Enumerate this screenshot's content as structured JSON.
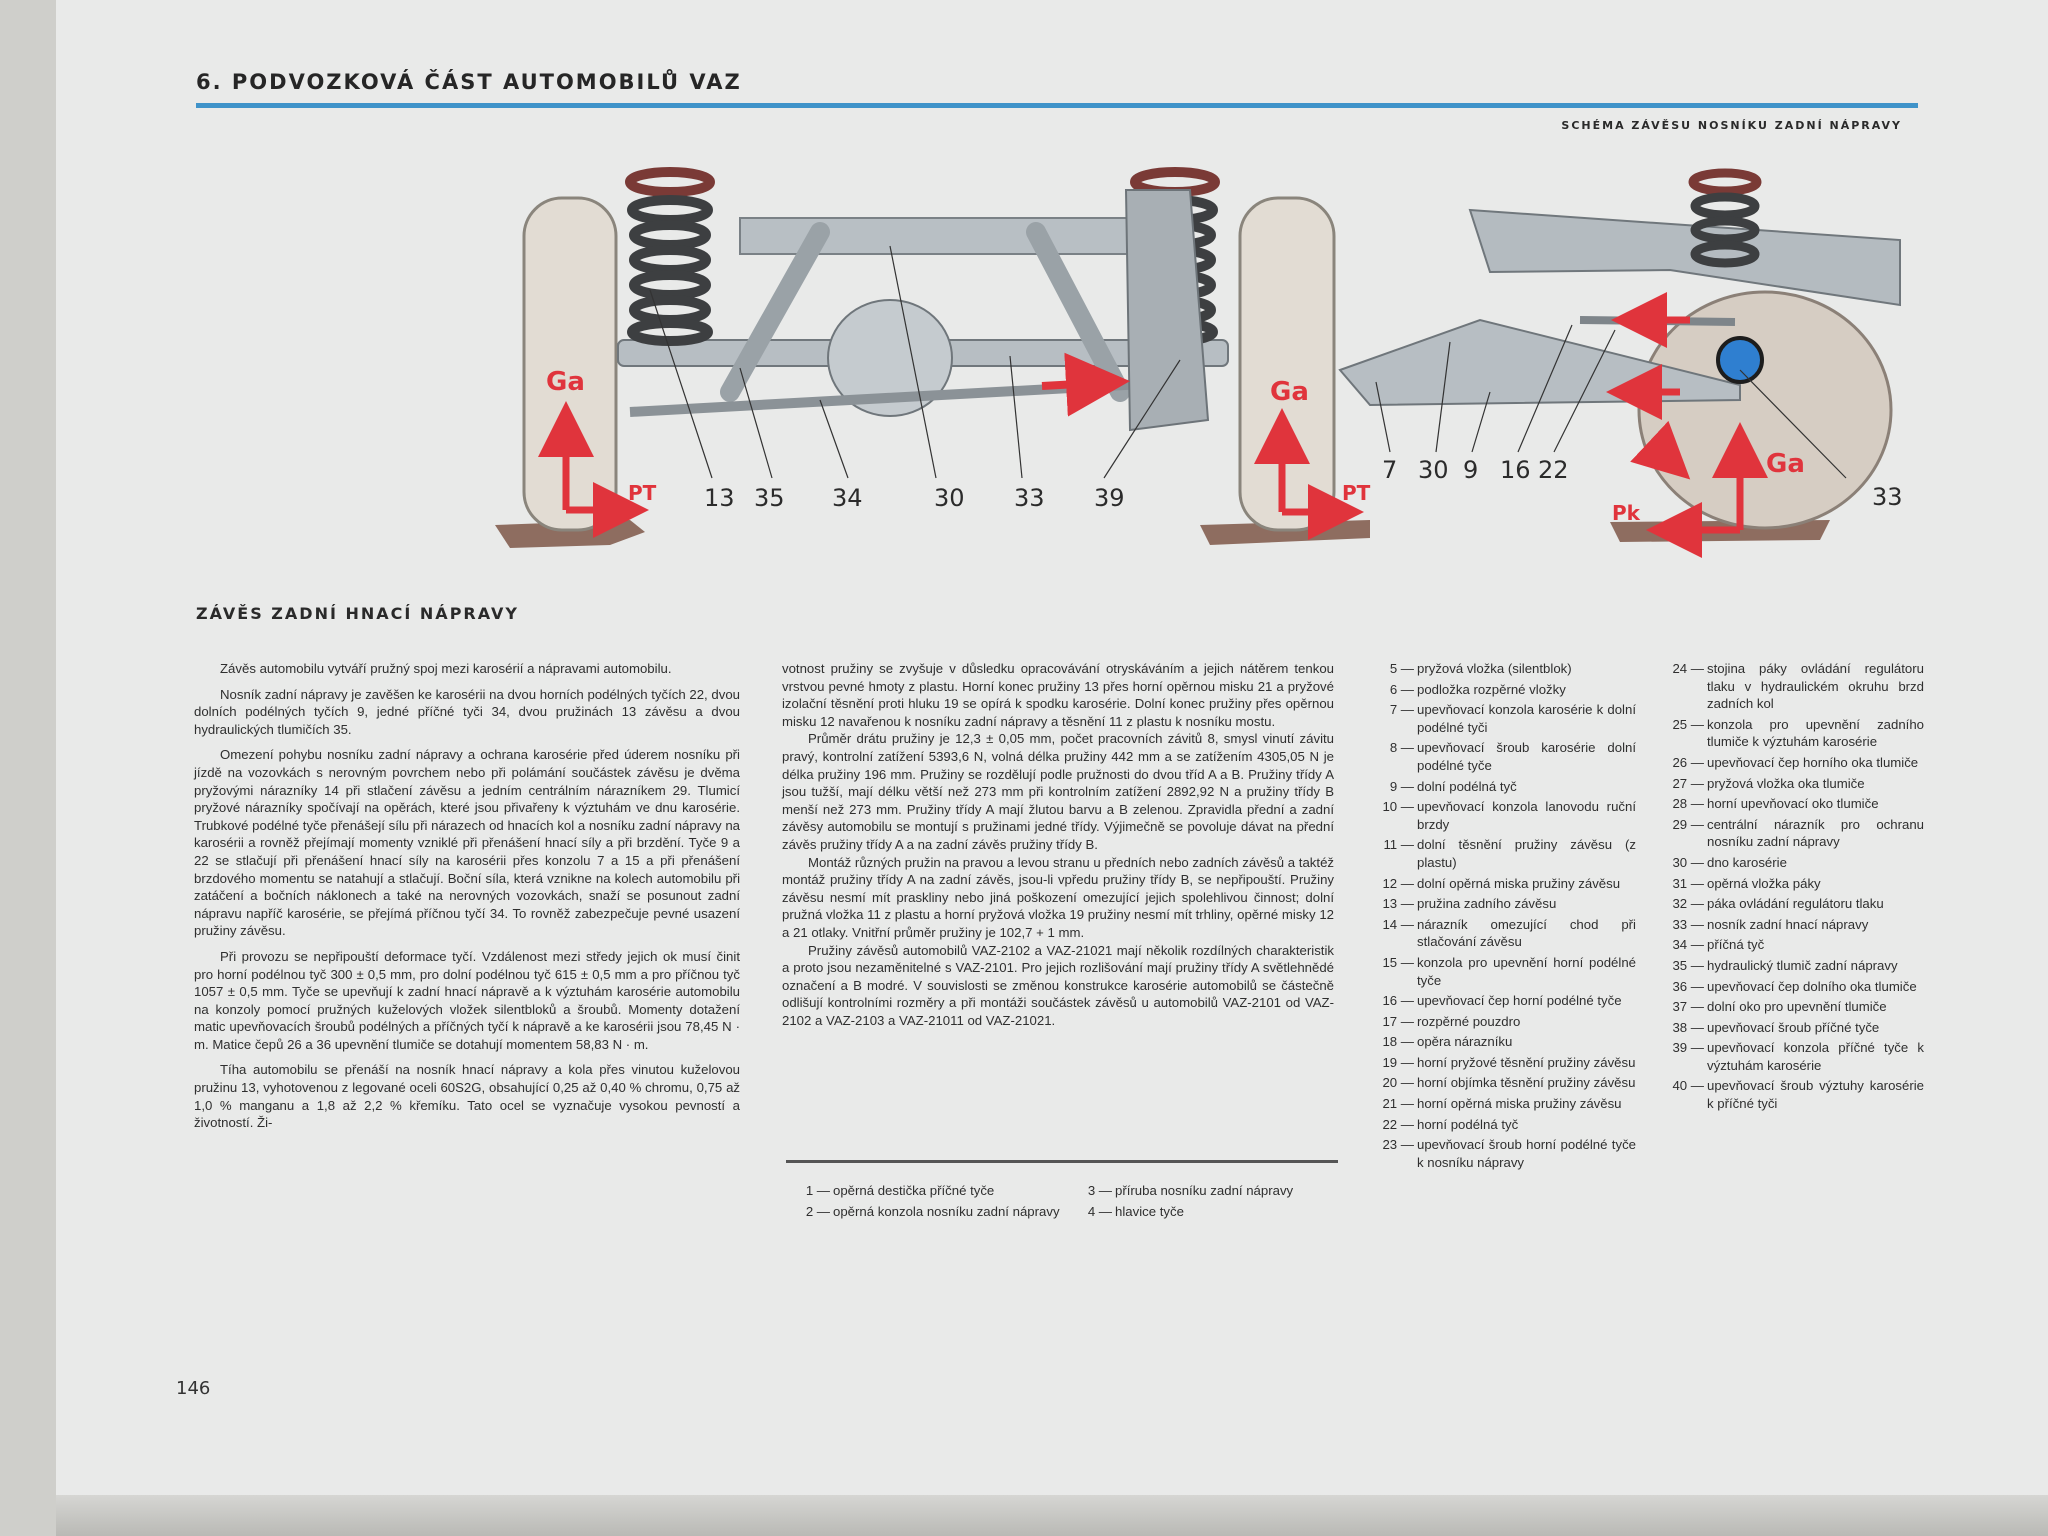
{
  "header": {
    "chapter_title": "6. PODVOZKOVÁ ČÁST AUTOMOBILŮ VAZ",
    "schema_title": "SCHÉMA ZÁVĚSU NOSNÍKU ZADNÍ NÁPRAVY"
  },
  "diagram": {
    "callouts_front": [
      "13",
      "35",
      "34",
      "30",
      "33",
      "39"
    ],
    "callouts_side": [
      "7",
      "30",
      "9",
      "16",
      "22"
    ],
    "callout_33": "33",
    "force_labels": {
      "ga": "Ga",
      "pt": "PT",
      "pk": "Pk"
    }
  },
  "section_title": "ZÁVĚS ZADNÍ HNACÍ NÁPRAVY",
  "col1": [
    "Závěs automobilu vytváří pružný spoj mezi karosérií a nápravami automobilu.",
    "Nosník zadní nápravy je zavěšen ke karosérii na dvou horních podélných tyčích 22, dvou dolních podélných tyčích 9, jedné příčné tyči 34, dvou pružinách 13 závěsu a dvou hydraulických tlumičích 35.",
    "Omezení pohybu nosníku zadní nápravy a ochrana karosérie před úderem nosníku při jízdě na vozovkách s nerovným povrchem nebo při polámání součástek závěsu je dvěma pryžovými nárazníky 14 při stlačení závěsu a jedním centrálním nárazníkem 29. Tlumicí pryžové nárazníky spočívají na opěrách, které jsou přivařeny k výztuhám ve dnu karosérie. Trubkové podélné tyče přenášejí sílu při nárazech od hnacích kol a nosníku zadní nápravy na karosérii a rovněž přejímají momenty vzniklé při přenášení hnací síly a při brzdění. Tyče 9 a 22 se stlačují při přenášení hnací síly na karosérii přes konzolu 7 a 15 a při přenášení brzdového momentu se natahují a stlačují. Boční síla, která vznikne na kolech automobilu při zatáčení a bočních náklonech a také na nerovných vozovkách, snaží se posunout zadní nápravu napříč karosérie, se přejímá příčnou tyčí 34. To rovněž zabezpečuje pevné usazení pružiny závěsu.",
    "Při provozu se nepřipouští deformace tyčí. Vzdálenost mezi středy jejich ok musí činit pro horní podélnou tyč 300 ± 0,5 mm, pro dolní podélnou tyč 615 ± 0,5 mm a pro příčnou tyč 1057 ± 0,5 mm. Tyče se upevňují k zadní hnací nápravě a k výztuhám karosérie automobilu na konzoly pomocí pružných kuželových vložek silentbloků a šroubů. Momenty dotažení matic upevňovacích šroubů podélných a příčných tyčí k nápravě a ke karosérii jsou 78,45 N · m. Matice čepů 26 a 36 upevnění tlumiče se dotahují momentem 58,83 N · m.",
    "Tíha automobilu se přenáší na nosník hnací nápravy a kola přes vinutou kuželovou pružinu 13, vyhotovenou z legované oceli 60S2G, obsahující 0,25 až 0,40 % chromu, 0,75 až 1,0 % manganu a 1,8 až 2,2 % křemíku. Tato ocel se vyznačuje vysokou pevností a životností. Ži-"
  ],
  "col2": [
    "votnost pružiny se zvyšuje v důsledku opracovávání otryskáváním a jejich nátěrem tenkou vrstvou pevné hmoty z plastu. Horní konec pružiny 13 přes horní opěrnou misku 21 a pryžové izolační těsnění proti hluku 19 se opírá k spodku karosérie. Dolní konec pružiny přes opěrnou misku 12 navařenou k nosníku zadní nápravy a těsnění 11 z plastu k nosníku mostu.",
    "Průměr drátu pružiny je 12,3 ± 0,05 mm, počet pracovních závitů 8, smysl vinutí závitu pravý, kontrolní zatížení 5393,6 N, volná délka pružiny 442 mm a se zatížením 4305,05 N je délka pružiny 196 mm. Pružiny se rozdělují podle pružnosti do dvou tříd A a B. Pružiny třídy A jsou tužší, mají délku větší než 273 mm při kontrolním zatížení 2892,92 N a pružiny třídy B menší než 273 mm. Pružiny třídy A mají žlutou barvu a B zelenou. Zpravidla přední a zadní závěsy automobilu se montují s pružinami jedné třídy. Výjimečně se povoluje dávat na přední závěs pružiny třídy A a na zadní závěs pružiny třídy B.",
    "Montáž různých pružin na pravou a levou stranu u předních nebo zadních závěsů a taktéž montáž pružiny třídy A na zadní závěs, jsou-li vpředu pružiny třídy B, se nepřipouští. Pružiny závěsu nesmí mít praskliny nebo jiná poškození omezující jejich spolehlivou činnost; dolní pružná vložka 11 z plastu a horní pryžová vložka 19 pružiny nesmí mít trhliny, opěrné misky 12 a 21 otlaky. Vnitřní průměr pružiny je 102,7 + 1 mm.",
    "Pružiny závěsů automobilů VAZ-2102 a VAZ-21021 mají několik rozdílných charakteristik a proto jsou nezaměnitelné s VAZ-2101. Pro jejich rozlišování mají pružiny třídy A světlehnědé označení a B modré. V souvislosti se změnou konstrukce karosérie automobilů se částečně odlišují kontrolními rozměry a při montáži součástek závěsů u automobilů VAZ-2101 od VAZ-2102 a VAZ-2103 a VAZ-21011 od VAZ-21021."
  ],
  "legend_small_1": [
    {
      "num": "1 —",
      "text": "opěrná destička příčné tyče"
    },
    {
      "num": "2 —",
      "text": "opěrná konzola nosníku zadní nápravy"
    }
  ],
  "legend_small_2": [
    {
      "num": "3 —",
      "text": "příruba nosníku zadní nápravy"
    },
    {
      "num": "4 —",
      "text": "hlavice tyče"
    }
  ],
  "legend_col3": [
    {
      "num": "5 —",
      "text": "pryžová vložka (silentblok)"
    },
    {
      "num": "6 —",
      "text": "podložka rozpěrné vložky"
    },
    {
      "num": "7 —",
      "text": "upevňovací konzola karosérie k dolní podélné tyči"
    },
    {
      "num": "8 —",
      "text": "upevňovací šroub karosérie dolní podélné tyče"
    },
    {
      "num": "9 —",
      "text": "dolní podélná tyč"
    },
    {
      "num": "10 —",
      "text": "upevňovací konzola lanovodu ruční brzdy"
    },
    {
      "num": "11 —",
      "text": "dolní těsnění pružiny závěsu (z plastu)"
    },
    {
      "num": "12 —",
      "text": "dolní opěrná miska pružiny závěsu"
    },
    {
      "num": "13 —",
      "text": "pružina zadního závěsu"
    },
    {
      "num": "14 —",
      "text": "nárazník omezující chod při stlačování závěsu"
    },
    {
      "num": "15 —",
      "text": "konzola pro upevnění horní podélné tyče"
    },
    {
      "num": "16 —",
      "text": "upevňovací čep horní podélné tyče"
    },
    {
      "num": "17 —",
      "text": "rozpěrné pouzdro"
    },
    {
      "num": "18 —",
      "text": "opěra nárazníku"
    },
    {
      "num": "19 —",
      "text": "horní pryžové těsnění pružiny závěsu"
    },
    {
      "num": "20 —",
      "text": "horní objímka těsnění pružiny závěsu"
    },
    {
      "num": "21 —",
      "text": "horní opěrná miska pružiny závěsu"
    },
    {
      "num": "22 —",
      "text": "horní podélná tyč"
    },
    {
      "num": "23 —",
      "text": "upevňovací šroub horní podélné tyče k nosníku nápravy"
    }
  ],
  "legend_col4": [
    {
      "num": "24 —",
      "text": "stojina páky ovládání regulátoru tlaku v hydraulickém okruhu brzd zadních kol"
    },
    {
      "num": "25 —",
      "text": "konzola pro upevnění zadního tlumiče k výztuhám karosérie"
    },
    {
      "num": "26 —",
      "text": "upevňovací čep horního oka tlumiče"
    },
    {
      "num": "27 —",
      "text": "pryžová vložka oka tlumiče"
    },
    {
      "num": "28 —",
      "text": "horní upevňovací oko tlumiče"
    },
    {
      "num": "29 —",
      "text": "centrální nárazník pro ochranu nosníku zadní nápravy"
    },
    {
      "num": "30 —",
      "text": "dno karosérie"
    },
    {
      "num": "31 —",
      "text": "opěrná vložka páky"
    },
    {
      "num": "32 —",
      "text": "páka ovládání regulátoru tlaku"
    },
    {
      "num": "33 —",
      "text": "nosník zadní hnací nápravy"
    },
    {
      "num": "34 —",
      "text": "příčná tyč"
    },
    {
      "num": "35 —",
      "text": "hydraulický tlumič zadní nápravy"
    },
    {
      "num": "36 —",
      "text": "upevňovací čep dolního oka tlumiče"
    },
    {
      "num": "37 —",
      "text": "dolní oko pro upevnění tlumiče"
    },
    {
      "num": "38 —",
      "text": "upevňovací šroub příčné tyče"
    },
    {
      "num": "39 —",
      "text": "upevňovací konzola příčné tyče k výztuhám karosérie"
    },
    {
      "num": "40 —",
      "text": "upevňovací šroub výztuhy karosérie k příčné tyči"
    }
  ],
  "page_number": "146",
  "colors": {
    "accent_rule": "#3f93c9",
    "force_arrow": "#e0343c"
  }
}
